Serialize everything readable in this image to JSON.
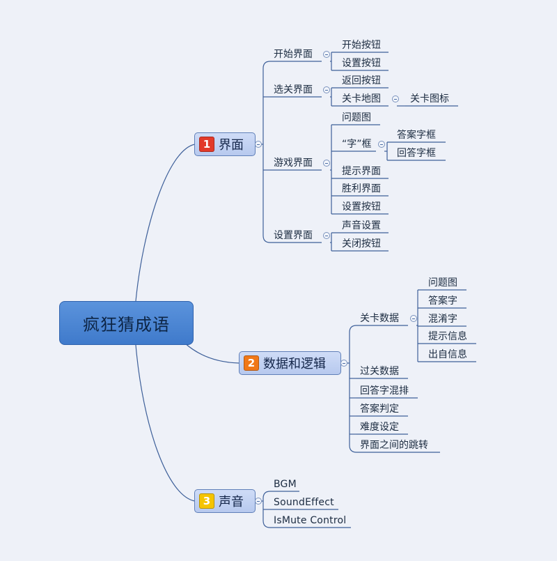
{
  "root": "疯狂猜成语",
  "branches": [
    {
      "number": "1",
      "badge_color": "#e23a2a",
      "label": "界面",
      "children": [
        {
          "label": "开始界面",
          "children": [
            "开始按钮",
            "设置按钮"
          ]
        },
        {
          "label": "选关界面",
          "children": [
            "返回按钮",
            "关卡地图",
            "关卡图标"
          ]
        },
        {
          "label": "游戏界面",
          "children": [
            "问题图",
            "“字”框",
            "答案字框",
            "回答字框",
            "提示界面",
            "胜利界面",
            "设置按钮"
          ]
        },
        {
          "label": "设置界面",
          "children": [
            "声音设置",
            "关闭按钮"
          ]
        }
      ]
    },
    {
      "number": "2",
      "badge_color": "#f07818",
      "label": "数据和逻辑",
      "children": [
        {
          "label": "关卡数据",
          "children": [
            "问题图",
            "答案字",
            "混淆字",
            "提示信息",
            "出自信息"
          ]
        },
        {
          "label": "过关数据"
        },
        {
          "label": "回答字混排"
        },
        {
          "label": "答案判定"
        },
        {
          "label": "难度设定"
        },
        {
          "label": "界面之间的跳转"
        }
      ]
    },
    {
      "number": "3",
      "badge_color": "#f5c400",
      "label": "声音",
      "children": [
        {
          "label": "BGM"
        },
        {
          "label": "SoundEffect"
        },
        {
          "label": "IsMute Control"
        }
      ]
    }
  ],
  "colors": {
    "line": "#3d5f99",
    "root_fill": "#4a86d4",
    "node_fill": "#c3d3f3"
  }
}
